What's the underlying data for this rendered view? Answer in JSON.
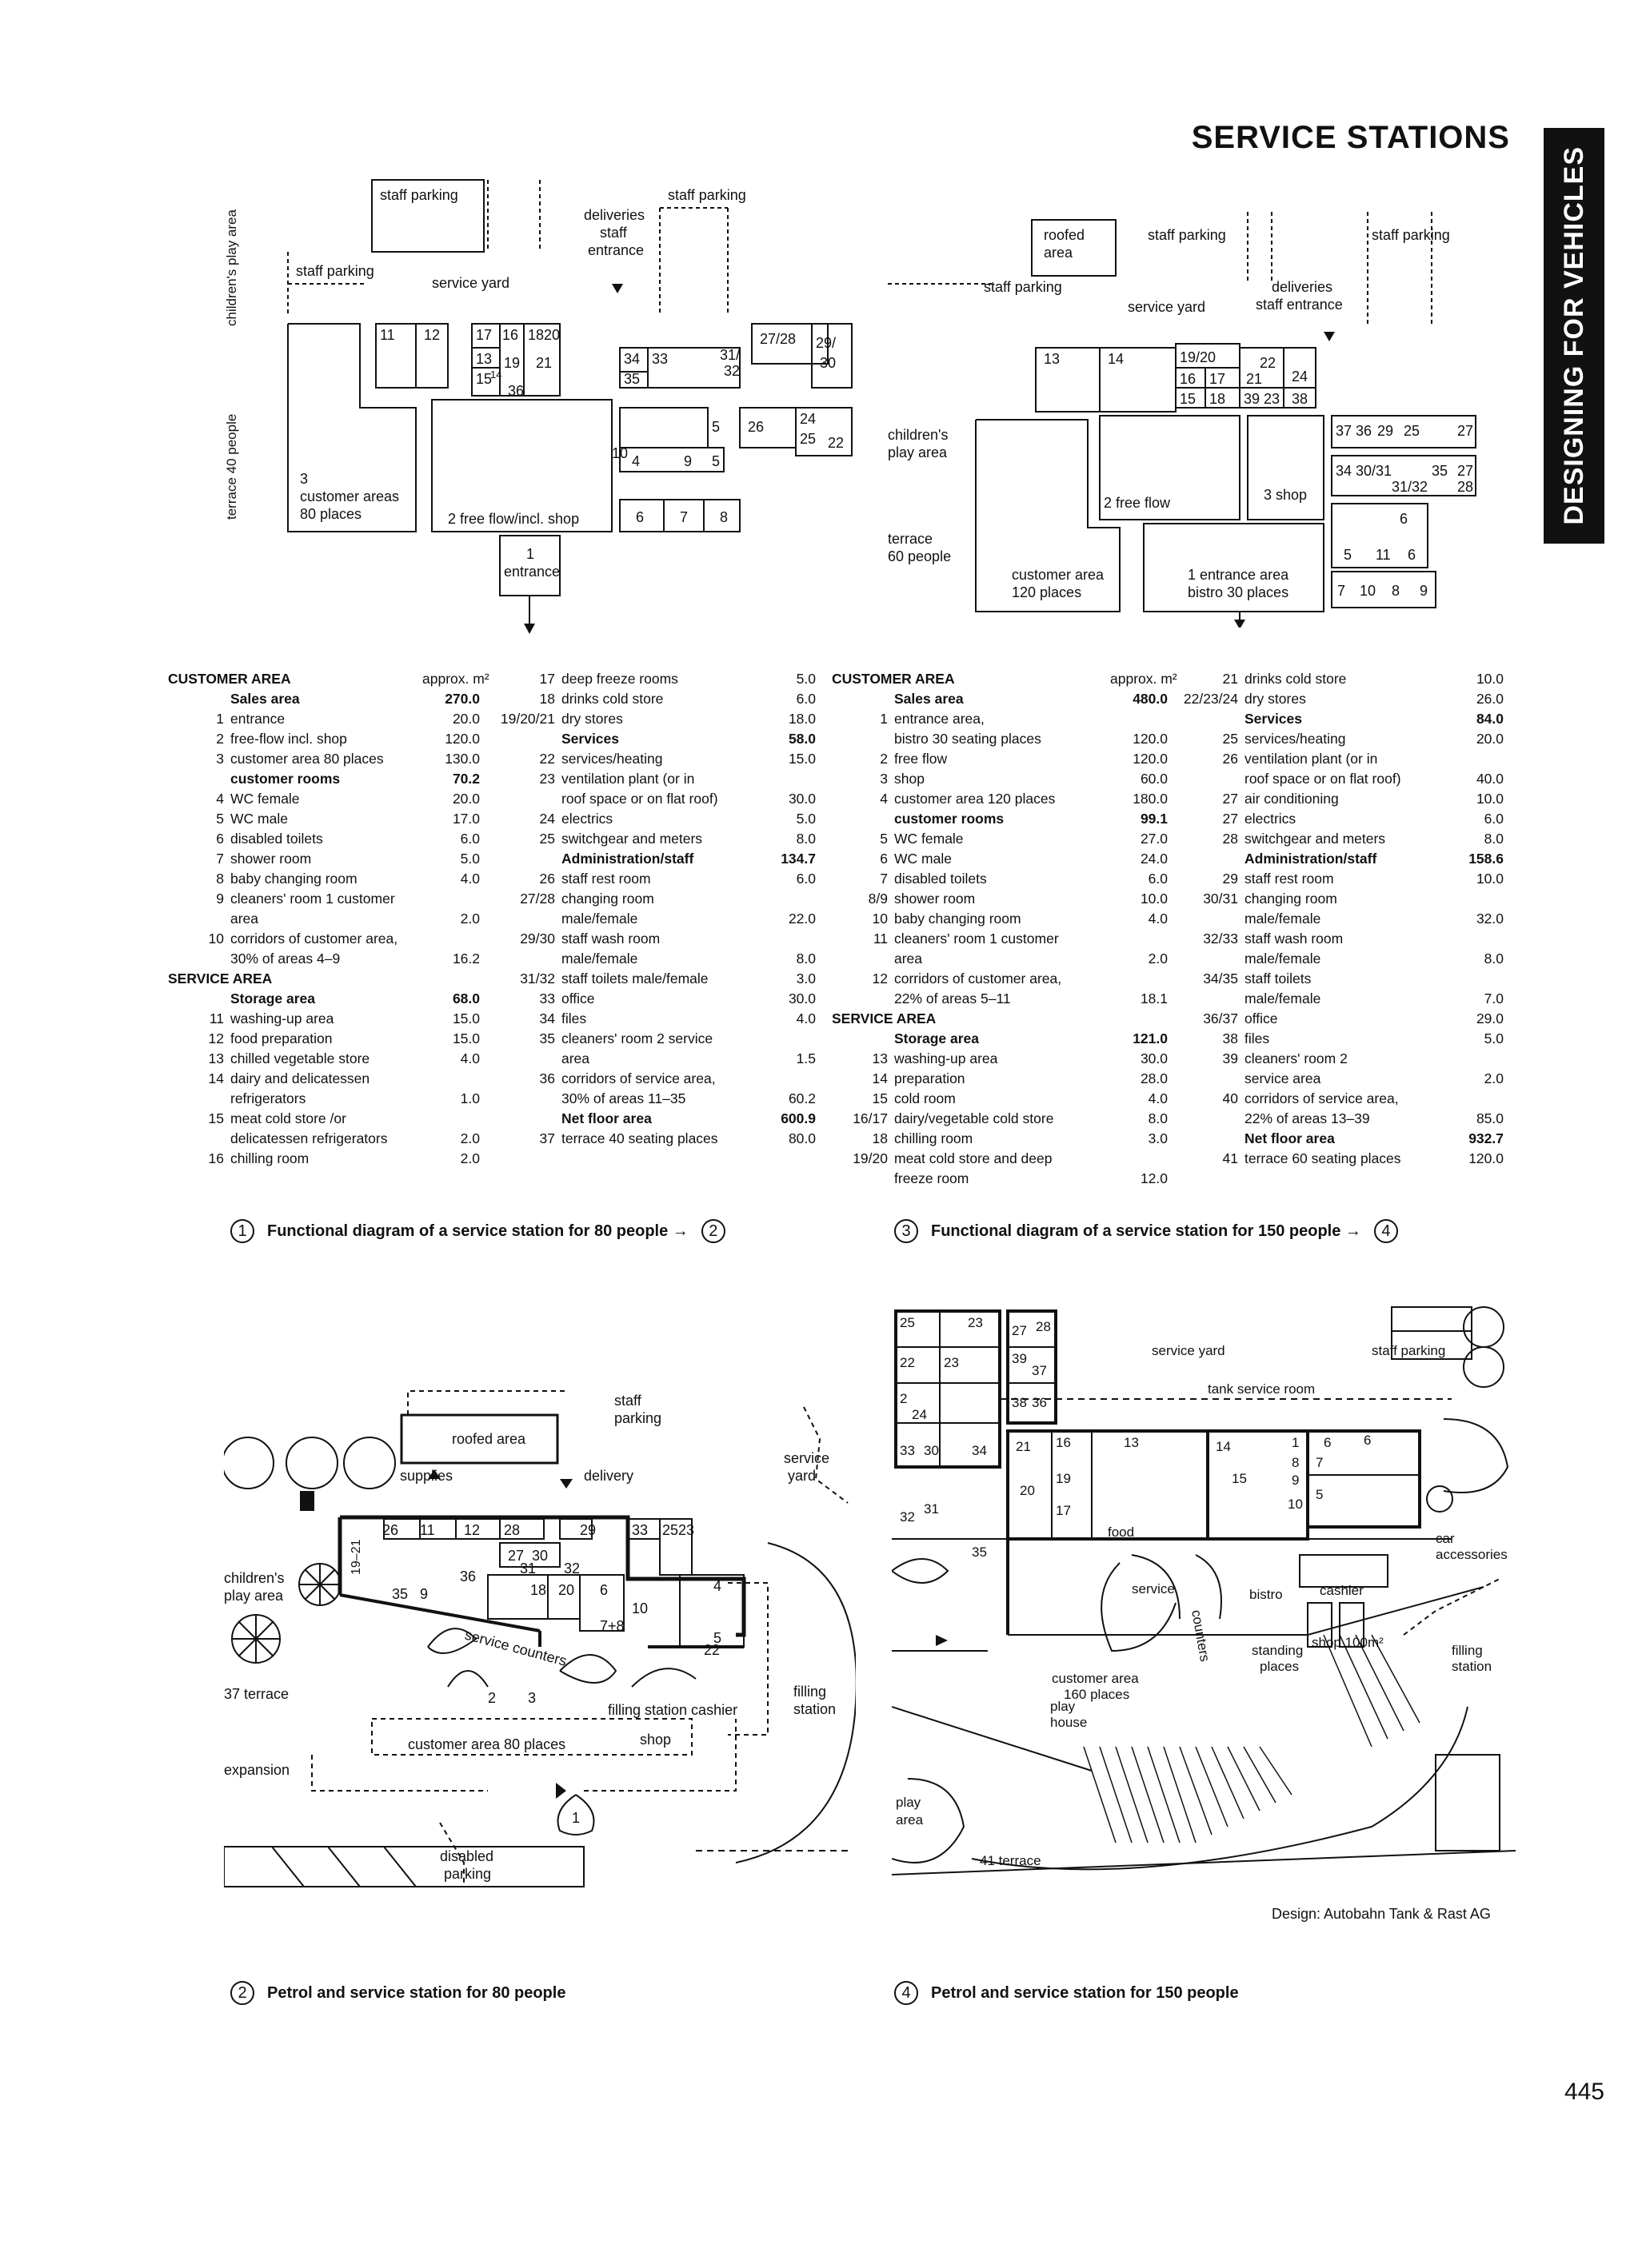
{
  "header": {
    "title": "SERVICE STATIONS",
    "side_tab": "DESIGNING FOR VEHICLES"
  },
  "fig1": {
    "labels": {
      "staff_parking_1": "staff parking",
      "staff_parking_2": "staff parking",
      "staff_parking_3": "staff parking",
      "deliveries": "deliveries",
      "staff": "staff",
      "entrance": "entrance",
      "service_yard": "service yard",
      "childrens_play_area": "children's play area",
      "terrace": "terrace 40 people",
      "cust_3": "3",
      "cust_areas": "customer areas",
      "places": "80 places",
      "free_flow": "2  free flow/incl. shop",
      "entrance_1": "1",
      "entrance_word": "entrance",
      "r11": "11",
      "r12": "12",
      "r17": "17",
      "r16": "16",
      "r18": "18",
      "r20": "20",
      "r13": "13",
      "r14": "14",
      "r15": "15",
      "r19": "19",
      "r21": "21",
      "r36": "36",
      "r34": "34",
      "r33": "33",
      "r3132": "31/",
      "r32": "32",
      "r35": "35",
      "r2728": "27/28",
      "r29": "29/",
      "r30": "30",
      "r10": "10",
      "r4": "4",
      "r5": "5",
      "r9": "9",
      "r26": "26",
      "r24": "24",
      "r25": "25",
      "r22": "22",
      "r6": "6",
      "r7": "7",
      "r8": "8"
    }
  },
  "fig3": {
    "labels": {
      "roofed_area": "roofed",
      "roofed_area2": "area",
      "staff_parking_1": "staff parking",
      "staff_parking_2": "staff parking",
      "staff_parking_3": "staff parking",
      "deliveries": "deliveries",
      "staff_entrance": "staff entrance",
      "service_yard": "service yard",
      "childrens": "children's",
      "play_area": "play area",
      "terrace": "terrace",
      "people": "60 people",
      "cust_area": "customer area",
      "places": "120 places",
      "free_flow": "2 free flow",
      "shop": "3 shop",
      "entrance": "1 entrance area",
      "bistro": "bistro 30 places",
      "r13": "13",
      "r14": "14",
      "r1920": "19/20",
      "r16": "16",
      "r17": "17",
      "r21": "21",
      "r15": "15",
      "r18": "18",
      "r22": "22",
      "r24": "24",
      "r39": "39",
      "r23": "23",
      "r38": "38",
      "r37": "37",
      "r36": "36",
      "r29": "29",
      "r25": "25",
      "r27": "27",
      "r34": "34",
      "r3031": "30/31",
      "r35": "35",
      "r27b": "27",
      "r3132": "31/32",
      "r28": "28",
      "r6": "6",
      "r5": "5",
      "r11": "11",
      "r6b": "6",
      "r7": "7",
      "r10": "10",
      "r8": "8",
      "r9": "9"
    }
  },
  "table1": {
    "left": [
      {
        "n": "",
        "t": "CUSTOMER AREA",
        "v": "approx. m²",
        "cls": "sec"
      },
      {
        "n": "",
        "t": "Sales area",
        "v": "270.0",
        "cls": "bd"
      },
      {
        "n": "1",
        "t": "entrance",
        "v": "20.0"
      },
      {
        "n": "2",
        "t": "free-flow incl. shop",
        "v": "120.0"
      },
      {
        "n": "3",
        "t": "customer area 80 places",
        "v": "130.0"
      },
      {
        "n": "",
        "t": "customer rooms",
        "v": "70.2",
        "cls": "bd"
      },
      {
        "n": "4",
        "t": "WC female",
        "v": "20.0"
      },
      {
        "n": "5",
        "t": "WC male",
        "v": "17.0"
      },
      {
        "n": "6",
        "t": "disabled toilets",
        "v": "6.0"
      },
      {
        "n": "7",
        "t": "shower room",
        "v": "5.0"
      },
      {
        "n": "8",
        "t": "baby changing room",
        "v": "4.0"
      },
      {
        "n": "9",
        "t": "cleaners' room 1 customer",
        "v": ""
      },
      {
        "n": "",
        "t": "area",
        "v": "2.0"
      },
      {
        "n": "10",
        "t": "corridors of customer area,",
        "v": ""
      },
      {
        "n": "",
        "t": "30% of areas 4–9",
        "v": "16.2"
      },
      {
        "n": "",
        "t": "SERVICE AREA",
        "v": "",
        "cls": "sec"
      },
      {
        "n": "",
        "t": "Storage area",
        "v": "68.0",
        "cls": "bd"
      },
      {
        "n": "11",
        "t": "washing-up area",
        "v": "15.0"
      },
      {
        "n": "12",
        "t": "food preparation",
        "v": "15.0"
      },
      {
        "n": "13",
        "t": "chilled vegetable store",
        "v": "4.0"
      },
      {
        "n": "14",
        "t": "dairy and delicatessen",
        "v": ""
      },
      {
        "n": "",
        "t": "refrigerators",
        "v": "1.0"
      },
      {
        "n": "15",
        "t": "meat cold store /or",
        "v": ""
      },
      {
        "n": "",
        "t": "delicatessen refrigerators",
        "v": "2.0"
      },
      {
        "n": "16",
        "t": "chilling room",
        "v": "2.0"
      }
    ],
    "right": [
      {
        "n": "17",
        "t": "deep freeze rooms",
        "v": "5.0"
      },
      {
        "n": "18",
        "t": "drinks cold store",
        "v": "6.0"
      },
      {
        "n": "19/20/21",
        "t": "dry stores",
        "v": "18.0"
      },
      {
        "n": "",
        "t": "Services",
        "v": "58.0",
        "cls": "bd"
      },
      {
        "n": "22",
        "t": "services/heating",
        "v": "15.0"
      },
      {
        "n": "23",
        "t": "ventilation plant (or in",
        "v": ""
      },
      {
        "n": "",
        "t": "roof space or on flat roof)",
        "v": "30.0"
      },
      {
        "n": "24",
        "t": "electrics",
        "v": "5.0"
      },
      {
        "n": "25",
        "t": "switchgear and meters",
        "v": "8.0"
      },
      {
        "n": "",
        "t": "Administration/staff",
        "v": "134.7",
        "cls": "bd"
      },
      {
        "n": "26",
        "t": "staff rest room",
        "v": "6.0"
      },
      {
        "n": "27/28",
        "t": "changing room",
        "v": ""
      },
      {
        "n": "",
        "t": "male/female",
        "v": "22.0"
      },
      {
        "n": "29/30",
        "t": "staff wash room",
        "v": ""
      },
      {
        "n": "",
        "t": "male/female",
        "v": "8.0"
      },
      {
        "n": "31/32",
        "t": "staff toilets  male/female",
        "v": "3.0"
      },
      {
        "n": "33",
        "t": "office",
        "v": "30.0"
      },
      {
        "n": "34",
        "t": "files",
        "v": "4.0"
      },
      {
        "n": "35",
        "t": "cleaners' room 2 service",
        "v": ""
      },
      {
        "n": "",
        "t": "area",
        "v": "1.5"
      },
      {
        "n": "36",
        "t": "corridors of service area,",
        "v": ""
      },
      {
        "n": "",
        "t": "30% of areas 11–35",
        "v": "60.2"
      },
      {
        "n": "",
        "t": "Net floor area",
        "v": "600.9",
        "cls": "bd"
      },
      {
        "n": "37",
        "t": "terrace 40 seating places",
        "v": "80.0"
      }
    ]
  },
  "table3": {
    "left": [
      {
        "n": "",
        "t": "CUSTOMER AREA",
        "v": "approx. m²",
        "cls": "sec"
      },
      {
        "n": "",
        "t": "Sales area",
        "v": "480.0",
        "cls": "bd"
      },
      {
        "n": "1",
        "t": "entrance area,",
        "v": ""
      },
      {
        "n": "",
        "t": "bistro 30 seating places",
        "v": "120.0"
      },
      {
        "n": "2",
        "t": "free flow",
        "v": "120.0"
      },
      {
        "n": "3",
        "t": "shop",
        "v": "60.0"
      },
      {
        "n": "4",
        "t": "customer area 120 places",
        "v": "180.0"
      },
      {
        "n": "",
        "t": "customer rooms",
        "v": "99.1",
        "cls": "bd"
      },
      {
        "n": "5",
        "t": "WC female",
        "v": "27.0"
      },
      {
        "n": "6",
        "t": "WC male",
        "v": "24.0"
      },
      {
        "n": "7",
        "t": "disabled toilets",
        "v": "6.0"
      },
      {
        "n": "8/9",
        "t": "shower room",
        "v": "10.0"
      },
      {
        "n": "10",
        "t": "baby changing room",
        "v": "4.0"
      },
      {
        "n": "11",
        "t": "cleaners' room 1 customer",
        "v": ""
      },
      {
        "n": "",
        "t": "area",
        "v": "2.0"
      },
      {
        "n": "12",
        "t": "corridors of customer area,",
        "v": ""
      },
      {
        "n": "",
        "t": "22% of areas 5–11",
        "v": "18.1"
      },
      {
        "n": "",
        "t": "SERVICE AREA",
        "v": "",
        "cls": "sec"
      },
      {
        "n": "",
        "t": "Storage area",
        "v": "121.0",
        "cls": "bd"
      },
      {
        "n": "13",
        "t": "washing-up area",
        "v": "30.0"
      },
      {
        "n": "14",
        "t": "preparation",
        "v": "28.0"
      },
      {
        "n": "15",
        "t": "cold room",
        "v": "4.0"
      },
      {
        "n": "16/17",
        "t": "dairy/vegetable cold store",
        "v": "8.0"
      },
      {
        "n": "18",
        "t": "chilling room",
        "v": "3.0"
      },
      {
        "n": "19/20",
        "t": "meat cold store and deep",
        "v": ""
      },
      {
        "n": "",
        "t": "freeze room",
        "v": "12.0"
      }
    ],
    "right": [
      {
        "n": "21",
        "t": "drinks cold store",
        "v": "10.0"
      },
      {
        "n": "22/23/24",
        "t": "dry stores",
        "v": "26.0"
      },
      {
        "n": "",
        "t": "Services",
        "v": "84.0",
        "cls": "bd"
      },
      {
        "n": "25",
        "t": "services/heating",
        "v": "20.0"
      },
      {
        "n": "26",
        "t": "ventilation plant (or in",
        "v": ""
      },
      {
        "n": "",
        "t": "roof space or on flat roof)",
        "v": "40.0"
      },
      {
        "n": "27",
        "t": "air conditioning",
        "v": "10.0"
      },
      {
        "n": "27",
        "t": "electrics",
        "v": "6.0"
      },
      {
        "n": "28",
        "t": "switchgear and meters",
        "v": "8.0"
      },
      {
        "n": "",
        "t": "Administration/staff",
        "v": "158.6",
        "cls": "bd"
      },
      {
        "n": "29",
        "t": "staff rest room",
        "v": "10.0"
      },
      {
        "n": "30/31",
        "t": "changing room",
        "v": ""
      },
      {
        "n": "",
        "t": "male/female",
        "v": "32.0"
      },
      {
        "n": "32/33",
        "t": "staff wash room",
        "v": ""
      },
      {
        "n": "",
        "t": "male/female",
        "v": "8.0"
      },
      {
        "n": "34/35",
        "t": "staff toilets",
        "v": ""
      },
      {
        "n": "",
        "t": "male/female",
        "v": "7.0"
      },
      {
        "n": "36/37",
        "t": "office",
        "v": "29.0"
      },
      {
        "n": "38",
        "t": "files",
        "v": "5.0"
      },
      {
        "n": "39",
        "t": "cleaners' room 2",
        "v": ""
      },
      {
        "n": "",
        "t": "service area",
        "v": "2.0"
      },
      {
        "n": "40",
        "t": "corridors of service area,",
        "v": ""
      },
      {
        "n": "",
        "t": "22% of areas 13–39",
        "v": "85.0"
      },
      {
        "n": "",
        "t": "Net floor area",
        "v": "932.7",
        "cls": "bd"
      },
      {
        "n": "41",
        "t": "terrace 60 seating places",
        "v": "120.0"
      }
    ]
  },
  "captions": {
    "c1_num": "1",
    "c1": "Functional diagram of a service station for 80 people →",
    "c1_ref": "2",
    "c3_num": "3",
    "c3": "Functional diagram of a service station for 150 people →",
    "c3_ref": "4",
    "c2_num": "2",
    "c2": "Petrol and service station for 80 people",
    "c4_num": "4",
    "c4": "Petrol and service station for 150 people"
  },
  "fig2": {
    "labels": {
      "staff_parking": "staff",
      "parking": "parking",
      "roofed_area": "roofed area",
      "supplies": "supplies",
      "delivery": "delivery",
      "service_yard": "service",
      "yard": "yard",
      "childrens": "children's",
      "play_area": "play area",
      "terrace": "37 terrace",
      "expansion": "expansion",
      "service_counters": "service counters",
      "filling_station": "filling",
      "station": "station",
      "filling_station_cashier": "filling station cashier",
      "shop": "shop",
      "customer_area": "customer area 80 places",
      "disabled": "disabled",
      "parking2": "parking",
      "n26": "26",
      "n11": "11",
      "n12": "12",
      "n28": "28",
      "n29": "29",
      "n33": "33",
      "n25": "25",
      "n23": "23",
      "n27": "27",
      "n30": "30",
      "n1921": "19–21",
      "n36": "36",
      "n31": "31",
      "n32": "32",
      "n35": "35",
      "n9": "9",
      "n18": "18",
      "n20": "20",
      "n6": "6",
      "n4": "4",
      "n5": "5",
      "n10": "10",
      "n78": "7+8",
      "n22": "22",
      "n2": "2",
      "n3": "3",
      "n1": "1"
    }
  },
  "fig4": {
    "labels": {
      "service_yard": "service yard",
      "staff_parking": "staff parking",
      "tank_service_room": "tank service room",
      "car": "car",
      "accessories": "accessories",
      "cashier": "cashier",
      "shop": "shop 100m²",
      "filling": "filling",
      "station": "station",
      "food": "food",
      "service": "service",
      "counters": "counters",
      "bistro": "bistro",
      "standing": "standing",
      "places": "places",
      "customer_area": "customer area",
      "places160": "160 places",
      "play_house": "play",
      "house": "house",
      "play_area": "play",
      "area": "area",
      "terrace": "41 terrace",
      "design": "Design: Autobahn Tank & Rast AG",
      "n25": "25",
      "n23": "23",
      "n27": "27",
      "n28": "28",
      "n39": "39",
      "n37": "37",
      "n22": "22",
      "n2": "2",
      "n24": "24",
      "n38": "38",
      "n36": "36",
      "n33": "33",
      "n30": "30",
      "n34": "34",
      "n32": "32",
      "n31": "31",
      "n35": "35",
      "n21": "21",
      "n16": "16",
      "n19": "19",
      "n20": "20",
      "n17": "17",
      "n13": "13",
      "n14": "14",
      "n15": "15",
      "n8": "8",
      "n9": "9",
      "n10": "10",
      "n1": "1",
      "n6": "6",
      "n7": "7",
      "n5": "5",
      "n6b": "6"
    }
  },
  "footer": {
    "page_number": "445"
  }
}
